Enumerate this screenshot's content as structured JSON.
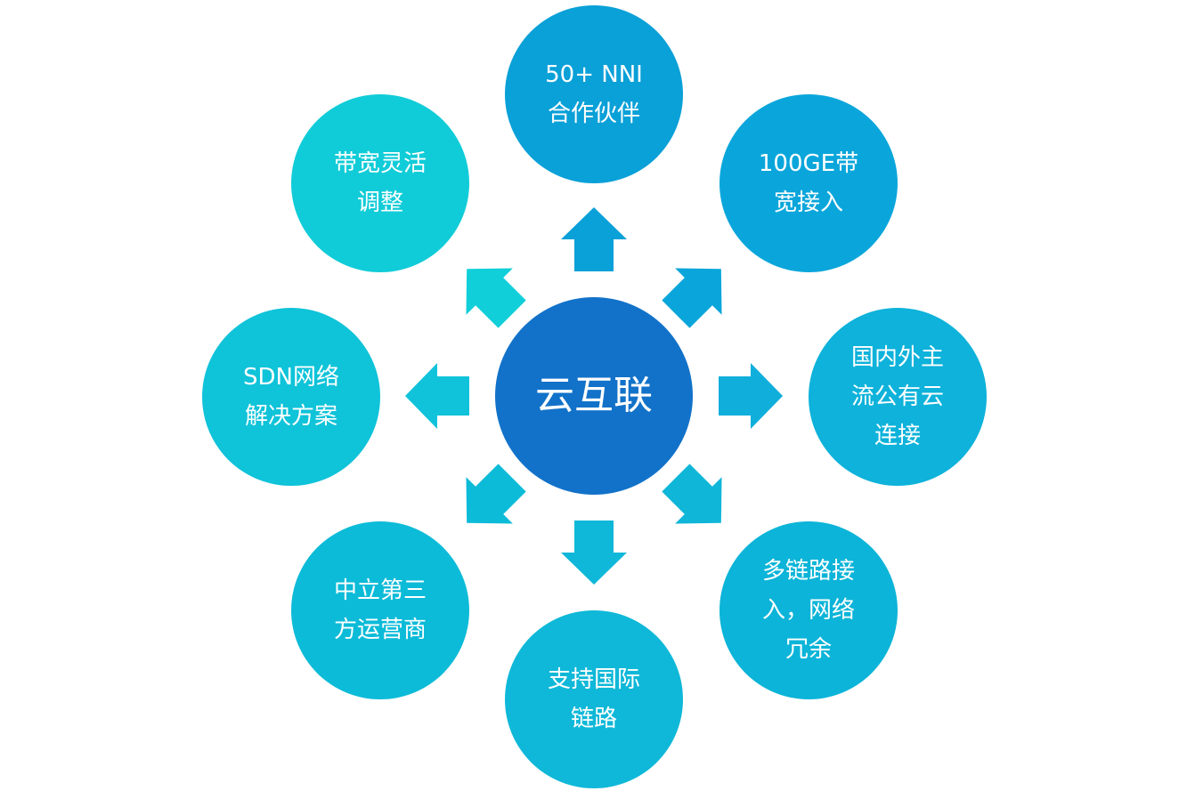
{
  "center": {
    "label": "云互联",
    "color": "#1272c9"
  },
  "nodes": [
    {
      "id": "n1",
      "label": "50+ NNI\n合作伙伴",
      "color": "#0aa0d8"
    },
    {
      "id": "n2",
      "label": "100GE带\n宽接入",
      "color": "#0aa6db"
    },
    {
      "id": "n3",
      "label": "国内外主\n流公有云\n连接",
      "color": "#0eb2da"
    },
    {
      "id": "n4",
      "label": "多链路接\n入，网络\n冗余",
      "color": "#0bb4d8"
    },
    {
      "id": "n5",
      "label": "支持国际\n链路",
      "color": "#0fb8d8"
    },
    {
      "id": "n6",
      "label": "中立第三\n方运营商",
      "color": "#0cbbd8"
    },
    {
      "id": "n7",
      "label": "SDN网络\n解决方案",
      "color": "#0fc3d9"
    },
    {
      "id": "n8",
      "label": "带宽灵活\n调整",
      "color": "#10ccd8"
    }
  ],
  "arrow_colors": [
    "#0aa0d8",
    "#0aa6db",
    "#10aedb",
    "#0fb6d8",
    "#0fb8d8",
    "#0cbbd8",
    "#10c3da",
    "#10cfd9"
  ]
}
